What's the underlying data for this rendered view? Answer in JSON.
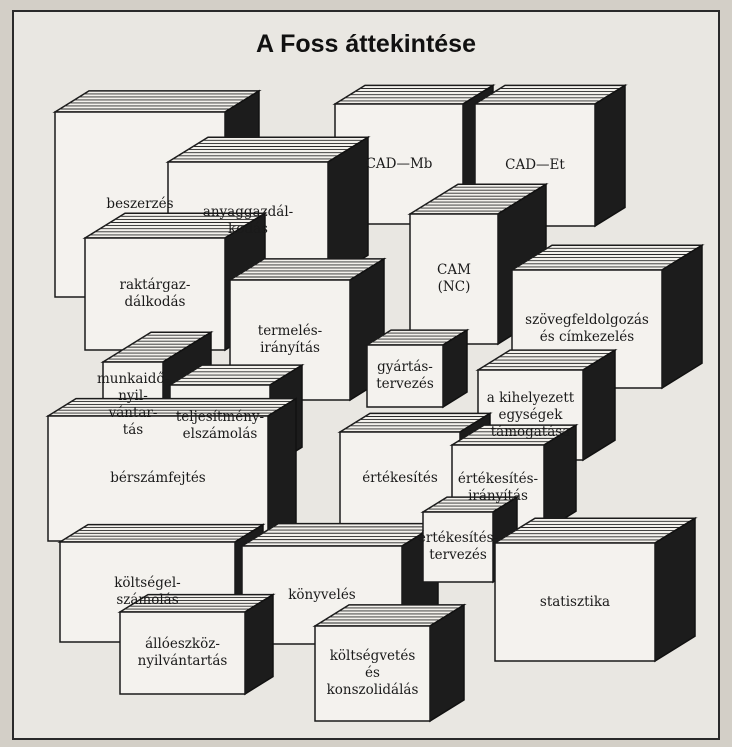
{
  "title": "A Foss áttekintése",
  "modules": {
    "beszerzes": "beszerzés",
    "cad_mb": "CAD—Mb",
    "cad_et": "CAD—Et",
    "anyaggazdalkodas": "anyaggazdál-\nkodás",
    "raktargazdalkodas": "raktárgaz-\ndálkodás",
    "cam": "CAM\n(NC)",
    "termelesiranyitas": "termelés-\nirányítás",
    "szovegfeldolgozas": "szövegfeldolgozás\nés címkezelés",
    "munkaido": "munkaidő-\nnyil-\nvántar-\ntás",
    "teljesitmeny": "teljesítmény-\nelszámolás",
    "gyartastervezes": "gyártás-\ntervezés",
    "kihelyezett": "a kihelyezett\negységek\ntámogatása",
    "berszamfejtes": "bérszámfejtés",
    "ertekesites": "értékesítés",
    "ertekesites_iranyitas": "értékesítés-\nirányítás",
    "ertekesites_tervezes": "értékesítés-\ntervezés",
    "koltsegelszamolas": "költségel-\nszámolás",
    "konyveles": "könyvelés",
    "statisztika": "statisztika",
    "alloeszkoz": "állóeszköz-\nnyilvántartás",
    "koltsegvetes": "költségvetés\nés\nkonszolidálás"
  }
}
